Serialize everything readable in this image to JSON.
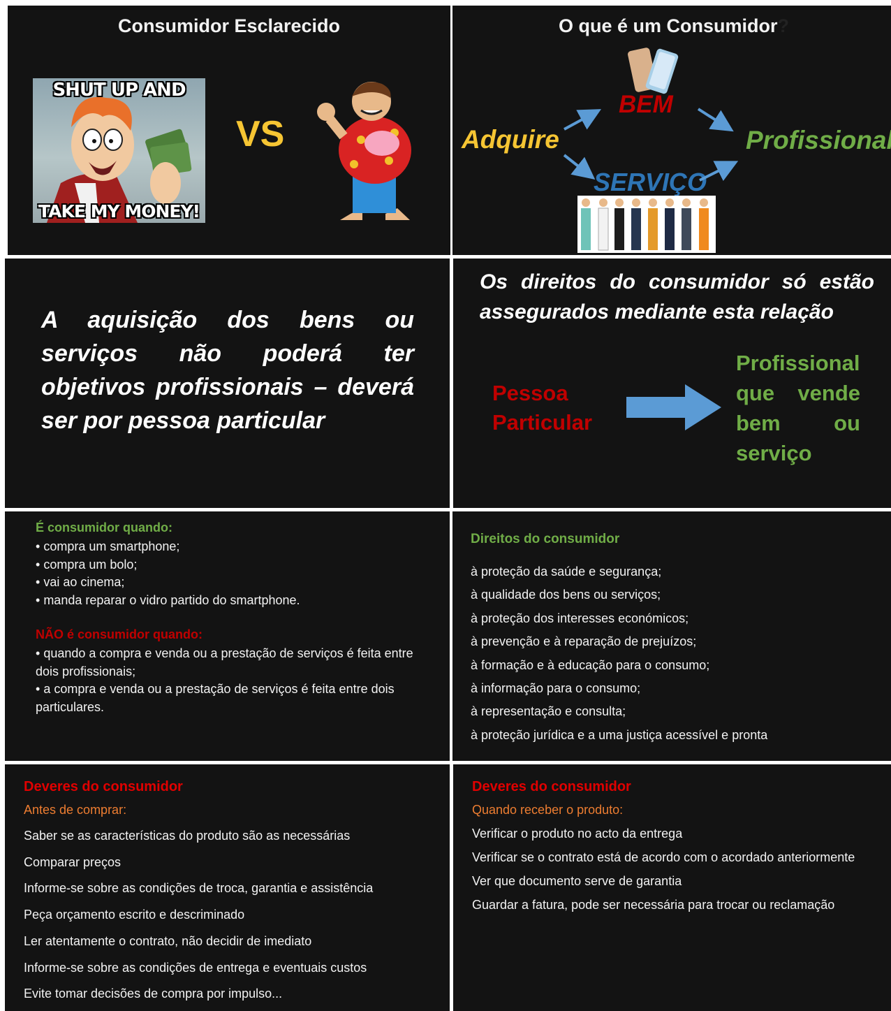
{
  "colors": {
    "slide_bg": "#131313",
    "yellow": "#f6c533",
    "green": "#70ad47",
    "red": "#c00000",
    "blue": "#2e75b6",
    "orange": "#ed7d31",
    "arrow": "#5b9bd5"
  },
  "slide1": {
    "title": "Consumidor Esclarecido",
    "meme_top": "SHUT UP AND",
    "meme_bottom": "TAKE MY MONEY!",
    "vs": "VS"
  },
  "slide2": {
    "title": "O que é um Consumidor",
    "adquire": "Adquire",
    "bem": "BEM",
    "servico": "SERVIÇO",
    "profissional": "Profissional"
  },
  "slide3": {
    "lines": [
      "A aquisição dos bens ou",
      "serviços não poderá ter",
      "objetivos profissionais – deverá",
      "ser por pessoa particular"
    ]
  },
  "slide4": {
    "heading_line1": "Os direitos do consumidor só estão",
    "heading_line2": "assegurados mediante esta relação",
    "left_line1": "Pessoa",
    "left_line2": "Particular",
    "right_lines": [
      "Profissional",
      "que vende",
      "bem ou",
      "serviço"
    ]
  },
  "slide5": {
    "yes_heading": "É consumidor quando:",
    "yes_items": [
      "compra um smartphone;",
      "compra um bolo;",
      "vai ao cinema;",
      "manda reparar o vidro partido do smartphone."
    ],
    "no_heading": "NÃO é consumidor quando:",
    "no_items": [
      "quando a compra e venda ou a prestação de serviços  é feita entre dois profissionais;",
      "a compra e venda ou a prestação de serviços  é feita entre dois particulares."
    ]
  },
  "slide6": {
    "heading": "Direitos do consumidor",
    "items": [
      "à proteção da saúde e segurança;",
      "à qualidade dos bens ou serviços;",
      "à proteção dos interesses económicos;",
      "à prevenção e à reparação de prejuízos;",
      "à formação e à educação para o consumo;",
      "à informação para o consumo;",
      "à representação e consulta;",
      "à proteção jurídica e a uma justiça acessível e pronta"
    ]
  },
  "slide7": {
    "heading": "Deveres do consumidor",
    "subheading": "Antes de comprar:",
    "items": [
      "Saber se as características do produto são as necessárias",
      "Comparar preços",
      "Informe-se sobre as condições de troca, garantia e assistência",
      "Peça orçamento escrito e descriminado",
      "Ler atentamente o contrato, não decidir de imediato",
      "Informe-se sobre as condições de entrega e eventuais custos",
      "Evite tomar decisões de compra por impulso..."
    ]
  },
  "slide8": {
    "heading": "Deveres do consumidor",
    "subheading": "Quando receber o produto:",
    "items": [
      "Verificar o produto no acto da entrega",
      "Verificar se o contrato está de acordo com o acordado anteriormente",
      "Ver que documento serve de garantia",
      "Guardar a fatura, pode ser necessária para trocar ou reclamação"
    ]
  }
}
